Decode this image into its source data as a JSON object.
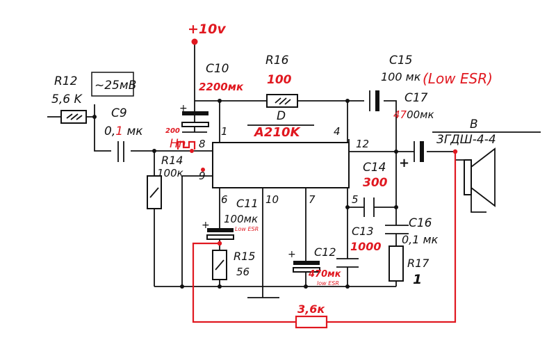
{
  "supply": "+10v",
  "ic": {
    "ref": "D",
    "part": "A210K"
  },
  "pins": {
    "p1": "1",
    "p4": "4",
    "p8": "8",
    "p9": "9",
    "p12": "12",
    "p6": "6",
    "p10": "10",
    "p7": "7",
    "p5": "5"
  },
  "components": {
    "r12": {
      "ref": "R12",
      "value": "5,6 K"
    },
    "vin": "~25мВ",
    "c9": {
      "ref": "C9",
      "value_prefix": "0,",
      "value_red": "1",
      "value_suffix": " мк"
    },
    "c10": {
      "ref": "C10",
      "value": "2200мк"
    },
    "r16": {
      "ref": "R16",
      "value": "100"
    },
    "c15": {
      "ref": "C15",
      "value": "100 мк",
      "note": "(Low ESR)"
    },
    "c17": {
      "ref": "C17",
      "value_red": "47",
      "value_suffix": "00мк"
    },
    "spk": {
      "ref": "B",
      "value": "3ГДШ-4-4"
    },
    "r14": {
      "ref": "R14",
      "value": "100к"
    },
    "c14": {
      "ref": "C14",
      "value": "300"
    },
    "c11": {
      "ref": "C11",
      "value": "100мк",
      "note": "Low ESR"
    },
    "r15": {
      "ref": "R15",
      "value": "56"
    },
    "c12": {
      "ref": "C12",
      "value": "470мк",
      "note": "low ESR"
    },
    "c13": {
      "ref": "C13",
      "value": "1000"
    },
    "c16": {
      "ref": "C16",
      "value": "0,1 мк"
    },
    "r17": {
      "ref": "R17",
      "value": "1"
    },
    "fb": {
      "value": "3,6к"
    },
    "mod": {
      "value": "200",
      "mark": "Hn"
    }
  },
  "colors": {
    "ink": "#111111",
    "annotation": "#e01820"
  }
}
